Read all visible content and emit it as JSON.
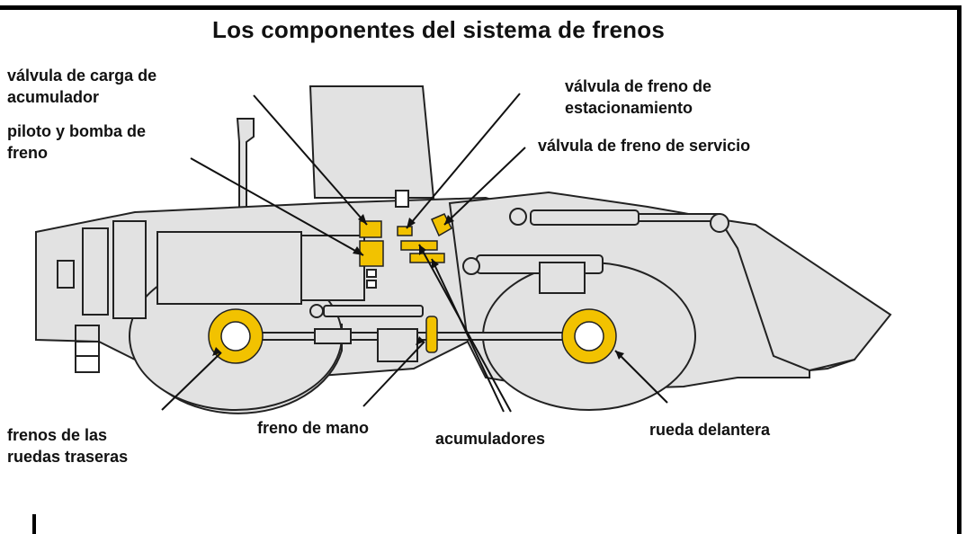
{
  "title": "Los componentes del sistema de frenos",
  "labels": {
    "accumulator_valve": "válvula de carga de\nacumulador",
    "accumulator_valve_l1": "válvula de carga de",
    "accumulator_valve_l2": "acumulador",
    "pilot_pump_l1": "piloto y bomba de",
    "pilot_pump_l2": "freno",
    "parking_valve_l1": "válvula de freno de",
    "parking_valve_l2": "estacionamiento",
    "service_valve": "válvula de freno de servicio",
    "rear_brakes_l1": "frenos de las",
    "rear_brakes_l2": "ruedas traseras",
    "hand_brake": "freno de mano",
    "accumulators": "acumuladores",
    "front_wheel": "rueda delantera"
  },
  "colors": {
    "machine_fill": "#e2e2e2",
    "outline": "#222222",
    "component": "#f2c200",
    "frame": "#000000"
  }
}
